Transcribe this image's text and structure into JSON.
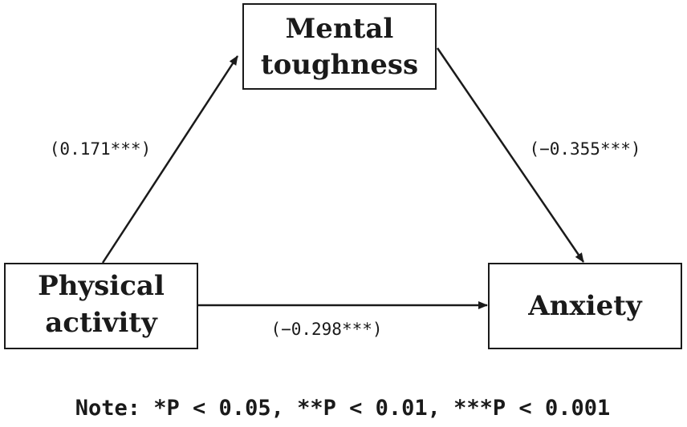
{
  "nodes": {
    "mediator": {
      "line1": "Mental",
      "line2": "toughness"
    },
    "predictor": {
      "line1": "Physical",
      "line2": "activity"
    },
    "outcome": {
      "label": "Anxiety"
    }
  },
  "paths": {
    "a_path": {
      "label": "(0.171***)"
    },
    "b_path": {
      "label": "(−0.355***)"
    },
    "c_path": {
      "label": "(−0.298***)"
    }
  },
  "note": "Note: *P < 0.05, **P < 0.01, ***P < 0.001",
  "colors": {
    "stroke": "#1a1a1a",
    "background": "#ffffff"
  }
}
